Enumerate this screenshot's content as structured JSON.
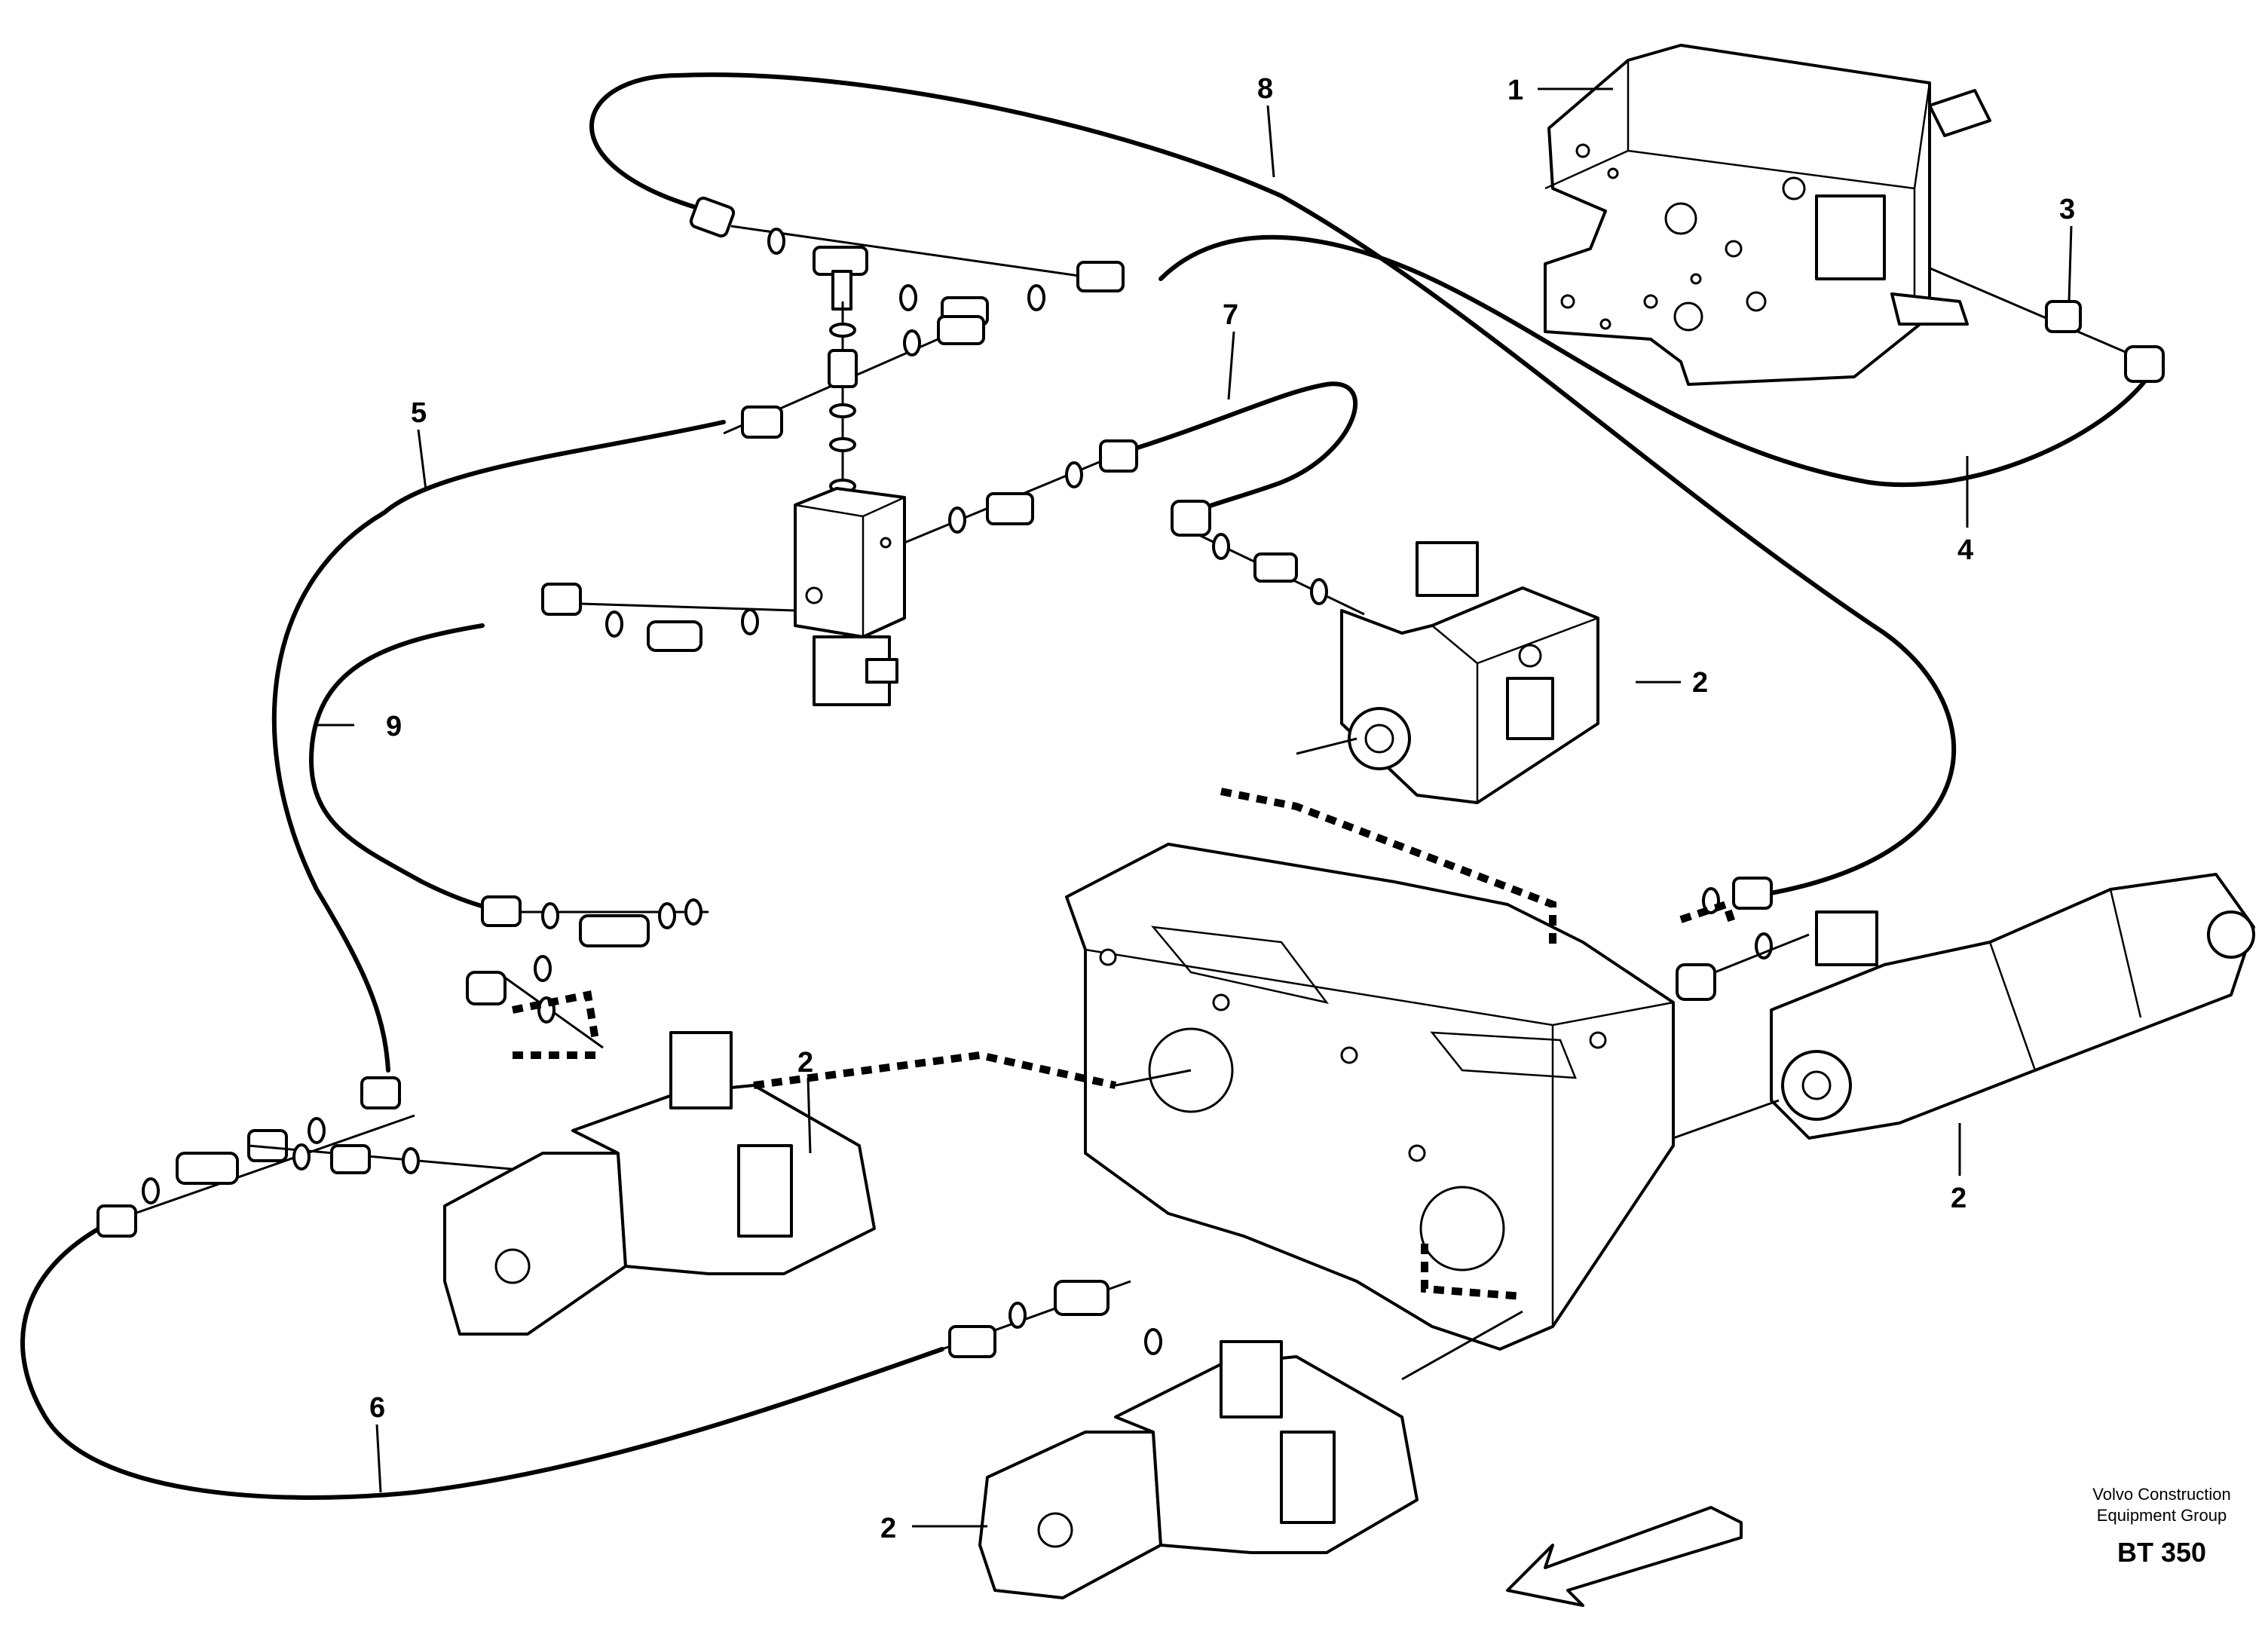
{
  "diagram": {
    "callouts": [
      {
        "id": "c1",
        "label": "1"
      },
      {
        "id": "c2a",
        "label": "2"
      },
      {
        "id": "c2b",
        "label": "2"
      },
      {
        "id": "c2c",
        "label": "2"
      },
      {
        "id": "c2d",
        "label": "2"
      },
      {
        "id": "c3",
        "label": "3"
      },
      {
        "id": "c4",
        "label": "4"
      },
      {
        "id": "c5",
        "label": "5"
      },
      {
        "id": "c6",
        "label": "6"
      },
      {
        "id": "c7",
        "label": "7"
      },
      {
        "id": "c8",
        "label": "8"
      },
      {
        "id": "c9",
        "label": "9"
      }
    ]
  },
  "footer": {
    "publisher_line1": "Volvo Construction",
    "publisher_line2": "Equipment Group",
    "code": "BT 350"
  }
}
